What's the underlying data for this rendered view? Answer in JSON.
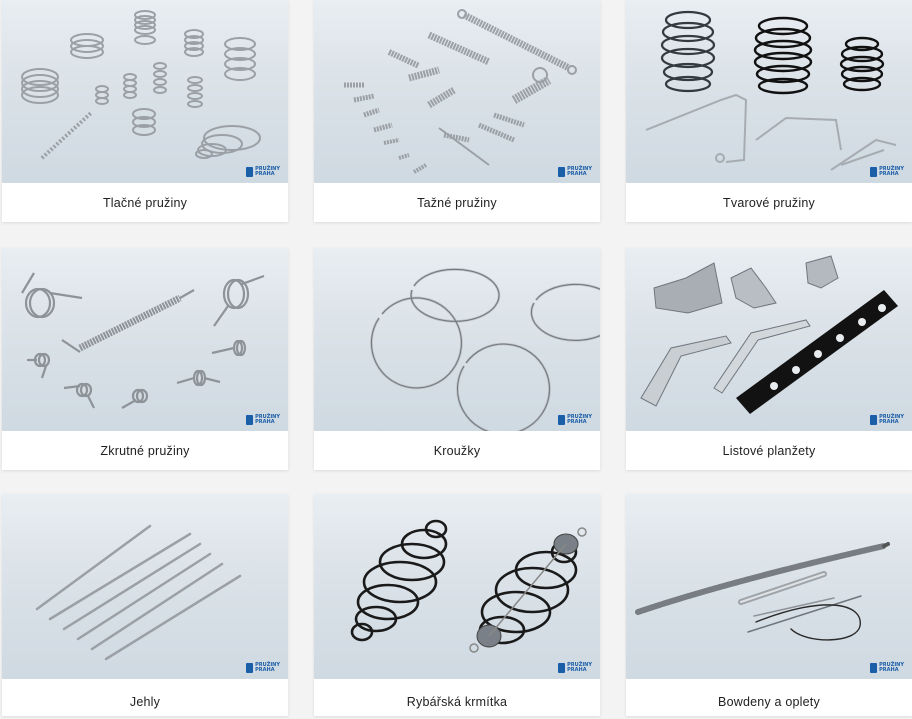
{
  "brand": {
    "line1": "PRUŽINY",
    "line2": "PRAHA"
  },
  "categories": [
    {
      "label": "Tlačné pružiny"
    },
    {
      "label": "Tažné pružiny"
    },
    {
      "label": "Tvarové pružiny"
    },
    {
      "label": "Zkrutné pružiny"
    },
    {
      "label": "Kroužky"
    },
    {
      "label": "Listové planžety"
    },
    {
      "label": "Jehly"
    },
    {
      "label": "Rybářská krmítka"
    },
    {
      "label": "Bowdeny a oplety"
    }
  ]
}
